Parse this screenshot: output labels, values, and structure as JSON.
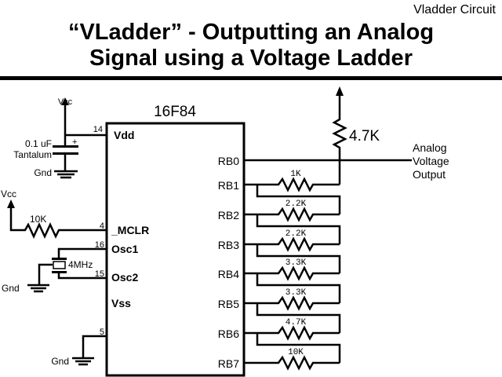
{
  "header": {
    "corner_label": "Vladder Circuit",
    "title_line1": "“VLadder” - Outputting an Analog",
    "title_line2": "Signal using a Voltage Ladder"
  },
  "chip": {
    "name": "16F84",
    "left_pins": [
      {
        "label": "Vdd",
        "number": "14"
      },
      {
        "label": "_MCLR",
        "number": "4"
      },
      {
        "label": "Osc1",
        "number": "16"
      },
      {
        "label": "Osc2",
        "number": "15"
      },
      {
        "label": "Vss",
        "number": "5"
      }
    ],
    "right_pins": [
      "RB0",
      "RB1",
      "RB2",
      "RB3",
      "RB4",
      "RB5",
      "RB6",
      "RB7"
    ]
  },
  "power": {
    "vcc1": "Vcc",
    "vcc2": "Vcc",
    "gnd1": "Gnd",
    "gnd2": "Gnd",
    "gnd3": "Gnd",
    "cap_value": "0.1 uF",
    "cap_type": "Tantalum",
    "cap_plus": "+",
    "mclr_resistor": "10K",
    "crystal": "4MHz"
  },
  "ladder": {
    "pullup": "4.7K",
    "resistors": [
      "1K",
      "2.2K",
      "2.2K",
      "3.3K",
      "3.3K",
      "4.7K",
      "10K"
    ],
    "output_label": [
      "Analog",
      "Voltage",
      "Output"
    ]
  }
}
